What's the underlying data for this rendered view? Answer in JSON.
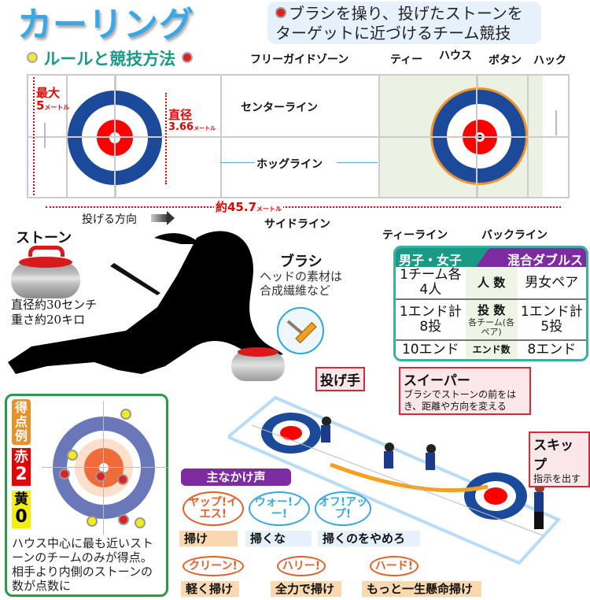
{
  "header": {
    "title": "カーリング",
    "tagline_line1": "ブラシを操り、投げたストーンを",
    "tagline_line2": "ターゲットに近づけるチーム競技",
    "section_title": "ルールと競技方法"
  },
  "sheet": {
    "labels": {
      "free_guard_zone": "フリーガイドゾーン",
      "tee": "ティー",
      "house": "ハウス",
      "button": "ボタン",
      "hack": "ハック",
      "center_line": "センターライン",
      "hog_line": "ホッグライン",
      "side_line": "サイドライン",
      "tee_line": "ティーライン",
      "back_line": "バックライン"
    },
    "dims": {
      "width_label_1": "最大",
      "width_label_2": "5",
      "width_unit": "メートル",
      "diameter_label": "直径",
      "diameter_value": "3.66",
      "diameter_unit": "メートル",
      "length_value": "約45.7",
      "length_unit": "メートル"
    },
    "direction": "投げる方向",
    "colors": {
      "outer_ring": "#1b4a9a",
      "inner": "#ff0000",
      "house_outline": "#f0922a",
      "free_zone": "#ebf1e3"
    }
  },
  "stone": {
    "title": "ストーン",
    "diameter": "直径約30センチ",
    "weight": "重さ約20キロ"
  },
  "brush": {
    "title": "ブラシ",
    "desc_line1": "ヘッドの素材は",
    "desc_line2": "合成繊維など"
  },
  "rules_table": {
    "header_left": "男子・女子",
    "header_right": "混合ダブルス",
    "rows": [
      {
        "left": "1チーム各4人",
        "mid": "人 数",
        "mid_sub": "",
        "right": "男女ペア"
      },
      {
        "left": "1エンド計8投",
        "mid": "投 数",
        "mid_sub": "各チーム(各ペア)",
        "right": "1エンド計5投"
      },
      {
        "left": "10エンド",
        "mid": "エンド数",
        "mid_sub": "",
        "right": "8エンド"
      }
    ]
  },
  "scoring": {
    "tag": "得点例",
    "red_label": "赤",
    "red_score": "2",
    "yellow_label": "黄",
    "yellow_score": "0",
    "desc": "ハウス中心に最も近いストーンのチームのみが得点。相手より内側のストーンの数が点数に"
  },
  "roles": {
    "thrower": "投げ手",
    "sweeper_title": "スイーパー",
    "sweeper_desc": "ブラシでストーンの前をはき、距離や方向を変える",
    "skip_title": "スキップ",
    "skip_desc": "指示を出す"
  },
  "calls": {
    "title": "主なかけ声",
    "items": [
      {
        "call": "ヤップ!イエス!",
        "meaning": "掃け",
        "color": "orange"
      },
      {
        "call": "ウォー!ノー!",
        "meaning": "掃くな",
        "color": "blue"
      },
      {
        "call": "オフ!アップ!",
        "meaning": "掃くのをやめろ",
        "color": "blue"
      },
      {
        "call": "クリーン!",
        "meaning": "軽く掃け",
        "color": "orange"
      },
      {
        "call": "ハリー!",
        "meaning": "全力で掃け",
        "color": "orange"
      },
      {
        "call": "ハード!",
        "meaning": "もっと一生懸命掃け",
        "color": "orange"
      }
    ]
  }
}
